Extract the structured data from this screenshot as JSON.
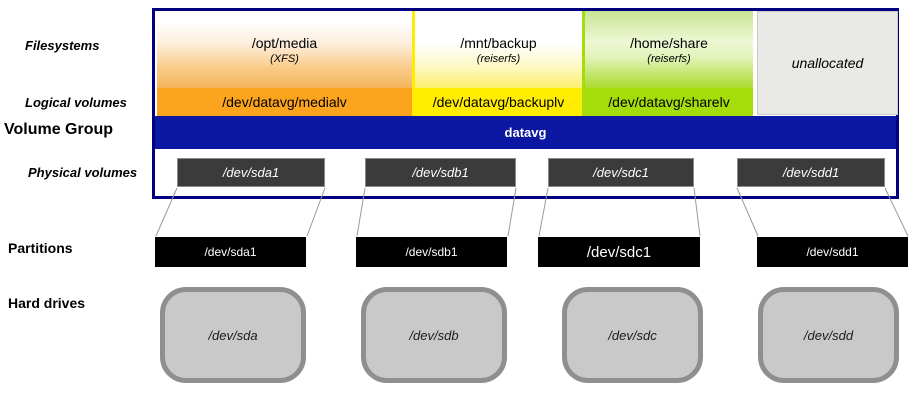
{
  "labels": {
    "filesystems": "Filesystems",
    "logical_volumes": "Logical volumes",
    "volume_group": "Volume Group",
    "physical_volumes": "Physical volumes",
    "partitions": "Partitions",
    "hard_drives": "Hard drives"
  },
  "volume_group": {
    "name": "datavg"
  },
  "filesystems": [
    {
      "mount": "/opt/media",
      "fstype": "(XFS)",
      "logical_volume": "/dev/datavg/medialv",
      "color": "#fca41d"
    },
    {
      "mount": "/mnt/backup",
      "fstype": "(reiserfs)",
      "logical_volume": "/dev/datavg/backuplv",
      "color": "#ffec00"
    },
    {
      "mount": "/home/share",
      "fstype": "(reiserfs)",
      "logical_volume": "/dev/datavg/sharelv",
      "color": "#a4dc0c"
    }
  ],
  "unallocated": {
    "label": "unallocated",
    "color": "#e9e9e5"
  },
  "physical_volumes": [
    {
      "label": "/dev/sda1"
    },
    {
      "label": "/dev/sdb1"
    },
    {
      "label": "/dev/sdc1"
    },
    {
      "label": "/dev/sdd1"
    }
  ],
  "partitions": [
    {
      "label": "/dev/sda1"
    },
    {
      "label": "/dev/sdb1"
    },
    {
      "label": "/dev/sdc1"
    },
    {
      "label": "/dev/sdd1"
    }
  ],
  "hard_drives": [
    {
      "label": "/dev/sda"
    },
    {
      "label": "/dev/sdb"
    },
    {
      "label": "/dev/sdc"
    },
    {
      "label": "/dev/sdd"
    }
  ],
  "colors": {
    "outer_border": "#000080",
    "vg_bar": "#0c17a2",
    "pv_box": "#3b3b3b",
    "partition_box": "#000000",
    "drive_fill": "#c9c9c9",
    "drive_border": "#8f8f8f"
  }
}
